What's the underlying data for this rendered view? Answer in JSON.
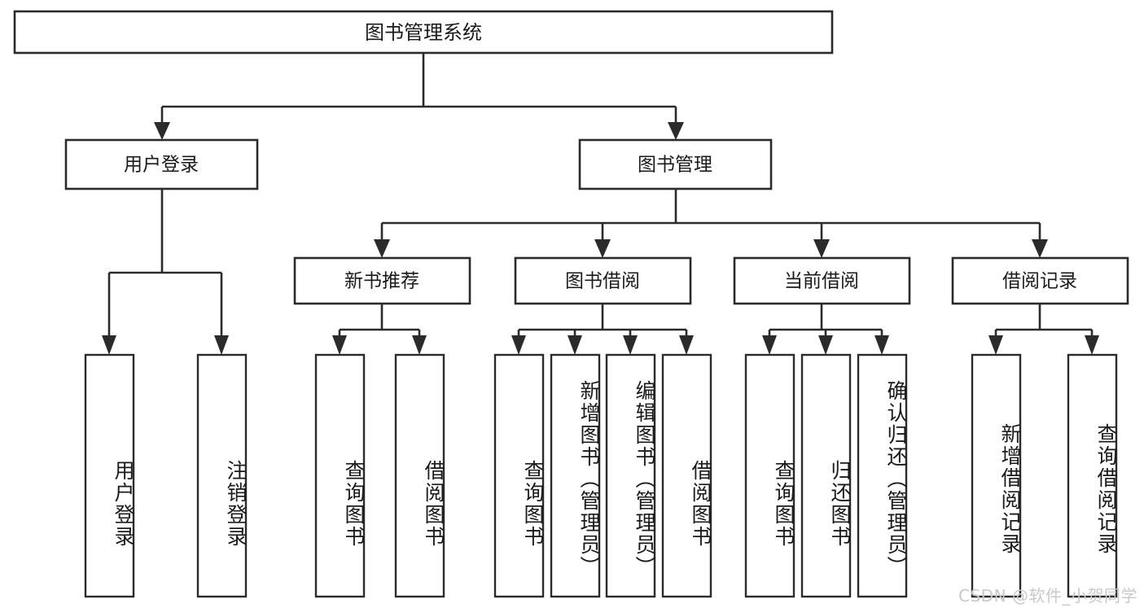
{
  "diagram": {
    "type": "tree",
    "title": "图书管理系统",
    "watermark": "CSDN @软件_小贺同学",
    "colors": {
      "box_stroke": "#2b2b2b",
      "box_fill": "#ffffff",
      "connector": "#2b2b2b",
      "text": "#1a1a1a",
      "watermark": "#c9c9c9",
      "background": "#ffffff"
    },
    "root": {
      "label": "图书管理系统"
    },
    "level2": [
      {
        "label": "用户登录"
      },
      {
        "label": "图书管理"
      }
    ],
    "level3": [
      {
        "label": "新书推荐"
      },
      {
        "label": "图书借阅"
      },
      {
        "label": "当前借阅"
      },
      {
        "label": "借阅记录"
      }
    ],
    "leaves": {
      "user_login": [
        {
          "label": "用户登录"
        },
        {
          "label": "注销登录"
        }
      ],
      "new_book": [
        {
          "label": "查询图书"
        },
        {
          "label": "借阅图书"
        }
      ],
      "book_borrow": [
        {
          "label": "查询图书"
        },
        {
          "label": "新增图书（管理员）"
        },
        {
          "label": "编辑图书（管理员）"
        },
        {
          "label": "借阅图书"
        }
      ],
      "current_borrow": [
        {
          "label": "查询图书"
        },
        {
          "label": "归还图书"
        },
        {
          "label": "确认归还（管理员）"
        }
      ],
      "borrow_record": [
        {
          "label": "新增借阅记录"
        },
        {
          "label": "查询借阅记录"
        }
      ]
    }
  }
}
